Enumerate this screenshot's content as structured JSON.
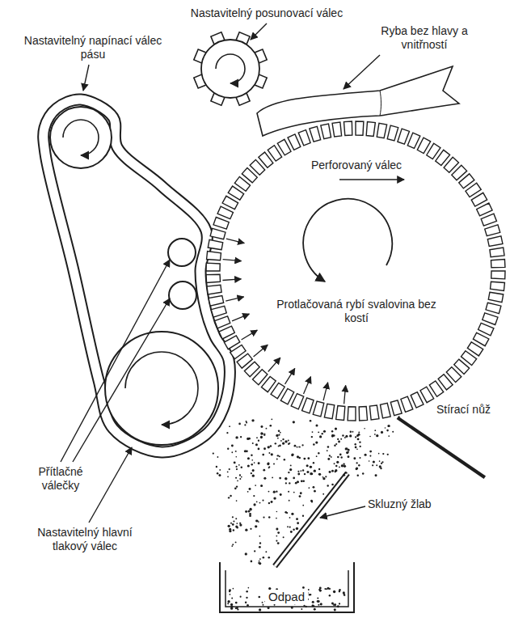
{
  "diagram": {
    "nodes": [
      {
        "text": [
          "Odpad"
        ]
      }
    ],
    "labels": [
      "Nastavitelný posunovací válec",
      "Nastavitelný napínací válec pásu",
      "Ryba bez hlavy a vnitřností",
      "Perforovaný válec",
      "Protlačovaná rybí svalovina bez kostí",
      "Přítlačné válečky",
      "Stírací nůž",
      "Skluzný žlab",
      "Nastavitelný hlavní tlakový válec"
    ]
  }
}
